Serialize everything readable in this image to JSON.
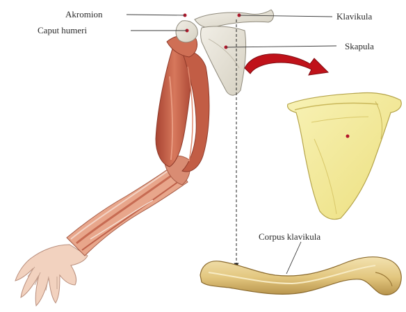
{
  "labels": {
    "akromion": "Akromion",
    "caput_humeri": "Caput humeri",
    "klavikula": "Klavikula",
    "skapula": "Skapula",
    "corpus_klavikula": "Corpus klavikula"
  },
  "colors": {
    "bone": "#e6e2d6",
    "scapula_detail": "#f2e88a",
    "clavicle": "#e7cf8e",
    "muscle": "#c9624a",
    "skin": "#f0c8b0",
    "arrow": "#c0121a",
    "leader": "#3a3a3a",
    "pointer_dot": "#b3152a"
  }
}
